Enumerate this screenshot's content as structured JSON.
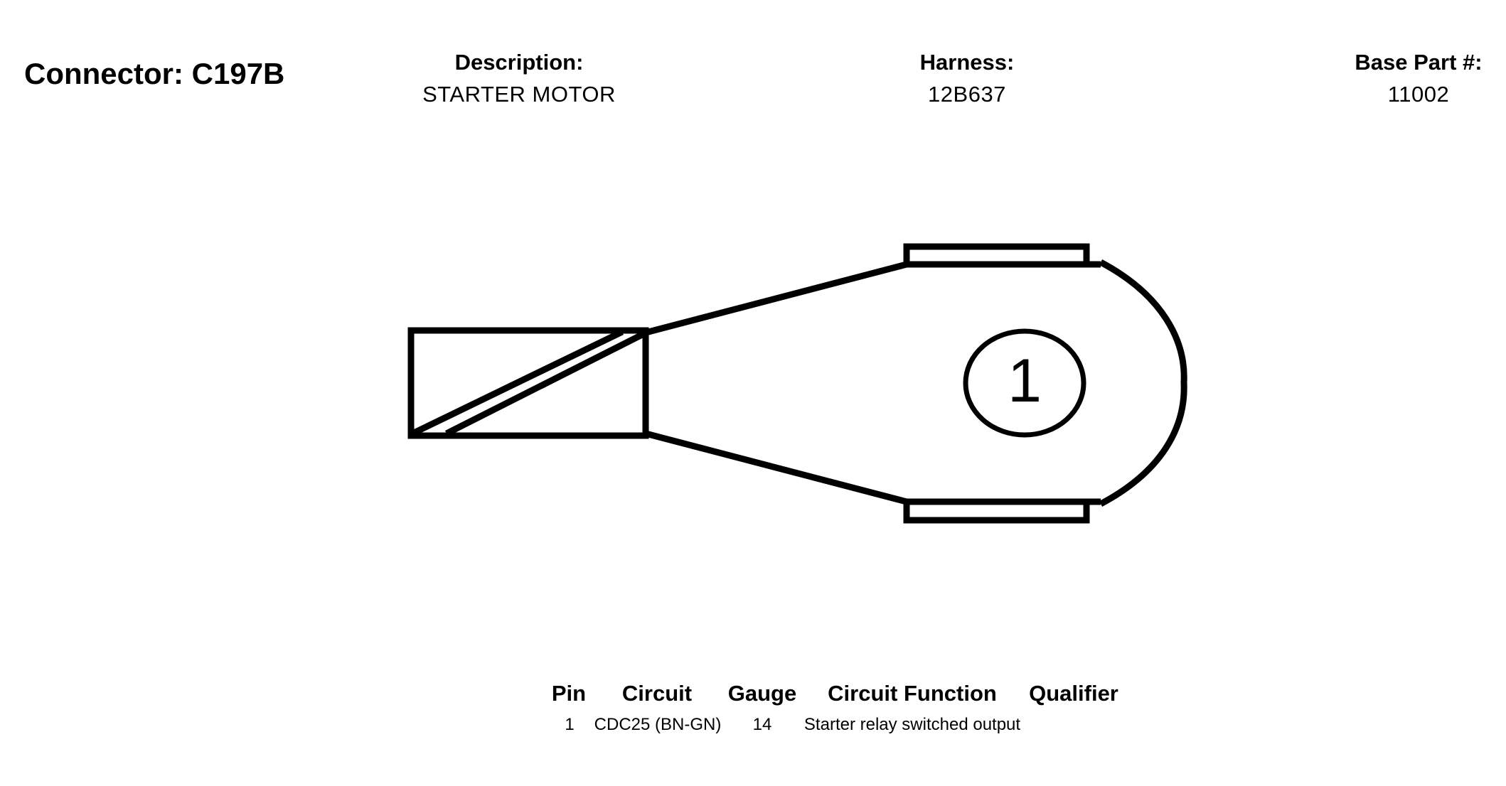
{
  "connector": {
    "title": "Connector: C197B"
  },
  "header": {
    "description_label": "Description:",
    "description_value": "STARTER MOTOR",
    "harness_label": "Harness:",
    "harness_value": "12B637",
    "base_part_label": "Base Part #:",
    "base_part_value": "11002"
  },
  "diagram": {
    "pin_label": "1",
    "stroke_color": "#000000"
  },
  "table": {
    "headers": [
      "Pin",
      "Circuit",
      "Gauge",
      "Circuit Function",
      "Qualifier"
    ],
    "rows": [
      {
        "pin": "1",
        "circuit": "CDC25 (BN-GN)",
        "gauge": "14",
        "function": "Starter relay switched output",
        "qualifier": ""
      }
    ]
  }
}
